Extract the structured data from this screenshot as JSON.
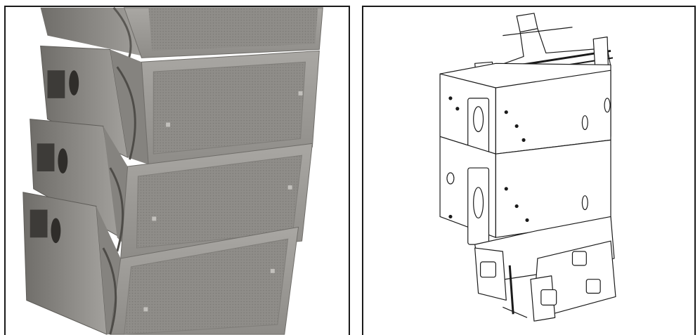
{
  "figure": {
    "panels": [
      {
        "id": "left",
        "subject": "photo-render-line-array-speaker-stack",
        "cabinet_color": "#9b9995",
        "grille_color": "#8f8d89"
      },
      {
        "id": "right",
        "subject": "line-drawing-line-array-with-rigging-frame",
        "stroke_color": "#1a1a1a",
        "fill_color": "#ffffff"
      }
    ]
  }
}
